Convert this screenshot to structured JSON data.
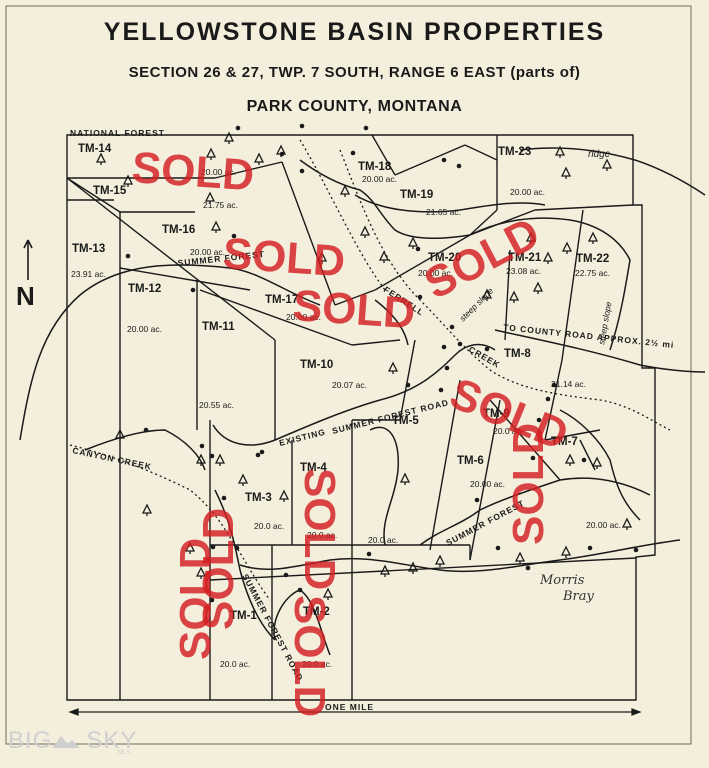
{
  "header": {
    "title": "YELLOWSTONE BASIN PROPERTIES",
    "subtitle": "SECTION 26 & 27, TWP. 7 SOUTH, RANGE 6 EAST (parts of)",
    "county": "PARK COUNTY, MONTANA"
  },
  "labels": {
    "national_forest": "NATIONAL FOREST",
    "ridge": "ridge",
    "ferrell": "FERRELL",
    "creek": "CREEK",
    "canyon_creek": "CANYON CREEK",
    "summer_forest_rd_1": "SUMMER FOREST",
    "summer_forest_rd_2": "SUMMER FOREST ROAD",
    "summer_forest_rd_3": "SUMMER FOREST",
    "summer_forest_rd_4": "SUMMER FOREST ROAD",
    "existing": "EXISTING",
    "to_county_road": "TO COUNTY ROAD APPROX. 2½ mi",
    "steep_slope_1": "steep slope",
    "steep_slope_2": "steep slope",
    "one_mile": "ONE MILE",
    "north": "N",
    "signature_1": "Morris",
    "signature_2": "Bray",
    "watermark": "BIG SKY",
    "watermark_sub": "MLS",
    "sold": "SOLD"
  },
  "parcels": [
    {
      "id": "TM-1",
      "acres": "20.0 ac.",
      "sold": true
    },
    {
      "id": "TM-2",
      "acres": "20.0 ac.",
      "sold": true
    },
    {
      "id": "TM-3",
      "acres": "20.0 ac.",
      "sold": true
    },
    {
      "id": "TM-4",
      "acres": "20.0 ac.",
      "sold": true
    },
    {
      "id": "TM-5",
      "acres": "20.0 ac.",
      "sold": false
    },
    {
      "id": "TM-6",
      "acres": "20.00 ac.",
      "sold": false
    },
    {
      "id": "TM-7",
      "acres": "20.00 ac.",
      "sold": true
    },
    {
      "id": "TM-8",
      "acres": "21.14 ac.",
      "sold": false
    },
    {
      "id": "TM-9",
      "acres": "20.0 ac.",
      "sold": true
    },
    {
      "id": "TM-10",
      "acres": "20.07 ac.",
      "sold": false
    },
    {
      "id": "TM-11",
      "acres": "20.55 ac.",
      "sold": false
    },
    {
      "id": "TM-12",
      "acres": "20.00 ac.",
      "sold": false
    },
    {
      "id": "TM-13",
      "acres": "23.91 ac.",
      "sold": false
    },
    {
      "id": "TM-14",
      "acres": "20.00 ac.",
      "sold": true
    },
    {
      "id": "TM-15",
      "acres": "21.75 ac.",
      "sold": false
    },
    {
      "id": "TM-16",
      "acres": "20.00 ac.",
      "sold": true
    },
    {
      "id": "TM-17",
      "acres": "20.00 ac.",
      "sold": true
    },
    {
      "id": "TM-18",
      "acres": "20.00 ac.",
      "sold": false
    },
    {
      "id": "TM-19",
      "acres": "21.65 ac.",
      "sold": false
    },
    {
      "id": "TM-20",
      "acres": "20.00 ac.",
      "sold": true
    },
    {
      "id": "TM-21",
      "acres": "23.08 ac.",
      "sold": false
    },
    {
      "id": "TM-22",
      "acres": "22.75 ac.",
      "sold": false
    },
    {
      "id": "TM-23",
      "acres": "20.00 ac.",
      "sold": false
    }
  ],
  "colors": {
    "paper": "#f4efdc",
    "ink": "#1a1a1a",
    "sold_stamp": "#d41e22"
  }
}
